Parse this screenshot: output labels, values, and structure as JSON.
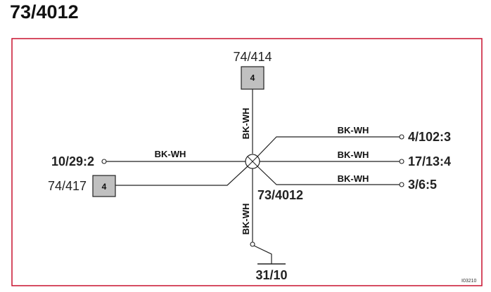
{
  "title": "73/4012",
  "splice": {
    "label": "73/4012"
  },
  "connectors": {
    "top": {
      "label": "74/414",
      "pin": "4"
    },
    "left_box": {
      "label": "74/417",
      "pin": "4"
    },
    "left_end": {
      "label": "10/29:2"
    },
    "right_1": {
      "label": "4/102:3"
    },
    "right_2": {
      "label": "17/13:4"
    },
    "right_3": {
      "label": "3/6:5"
    },
    "ground": {
      "label": "31/10"
    }
  },
  "wires": {
    "top": "BK-WH",
    "left": "BK-WH",
    "right_1": "BK-WH",
    "right_2": "BK-WH",
    "right_3": "BK-WH",
    "bottom": "BK-WH"
  },
  "reference_code": "I03210",
  "colors": {
    "frame": "#c8102e",
    "box_fill": "#c0c0c0",
    "line": "#222222"
  }
}
